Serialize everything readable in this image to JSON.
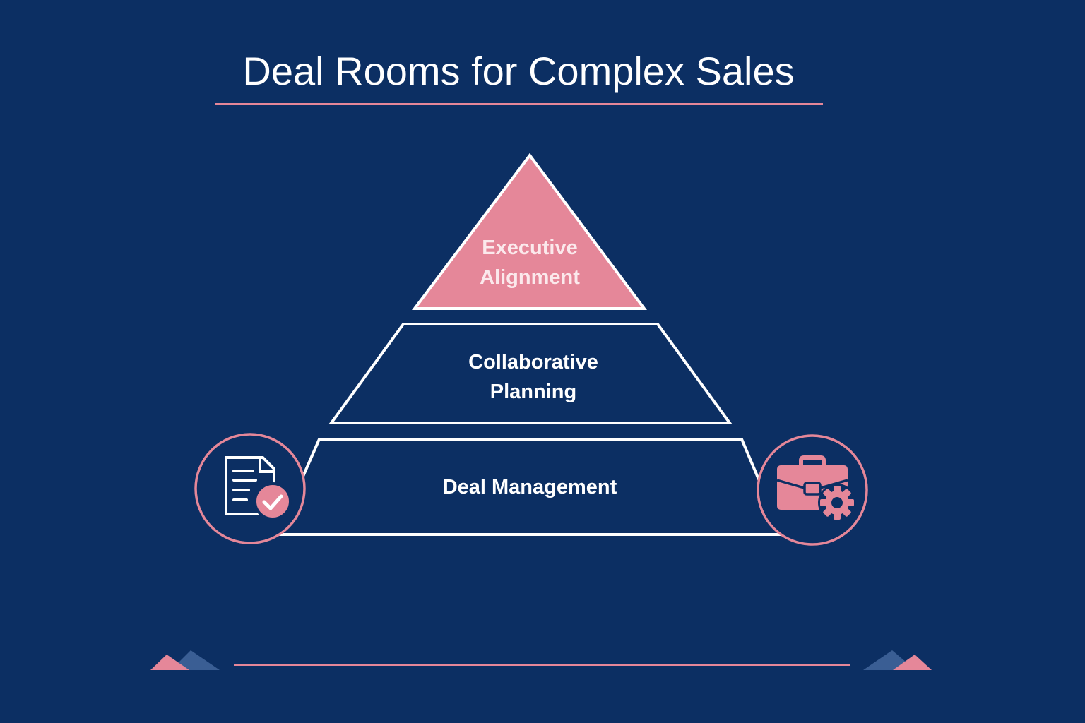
{
  "title": "Deal Rooms for Complex Sales",
  "colors": {
    "background": "#0c2f63",
    "accent_pink": "#e58799",
    "outline_white": "#ffffff",
    "decor_blue": "#3a5e94"
  },
  "pyramid": {
    "levels": [
      {
        "position": "top",
        "line1": "Executive",
        "line2": "Alignment",
        "fill": "#e58799"
      },
      {
        "position": "middle",
        "line1": "Collaborative",
        "line2": "Planning",
        "fill": "none"
      },
      {
        "position": "bottom",
        "line1": "Deal Management",
        "fill": "none"
      }
    ]
  },
  "icons": {
    "left": "document-check-icon",
    "right": "briefcase-gear-icon"
  }
}
